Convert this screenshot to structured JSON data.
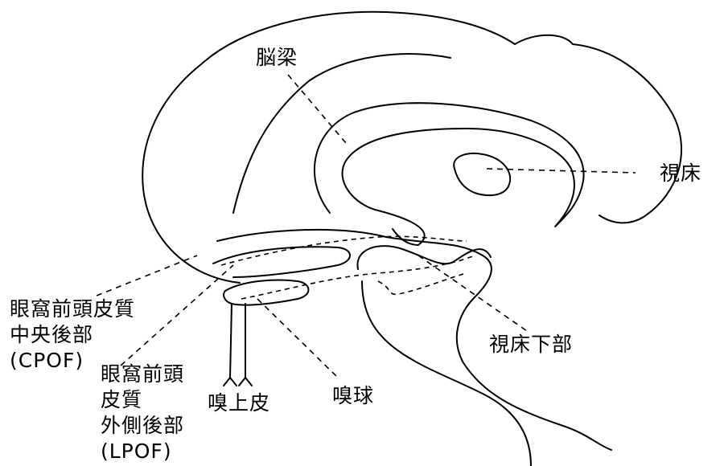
{
  "labels": {
    "corpus_callosum": "脳梁",
    "thalamus": "視床",
    "hypothalamus": "視床下部",
    "cpof": [
      "眼窩前頭皮質",
      "中央後部",
      "(CPOF)"
    ],
    "lpof": [
      "眼窩前頭",
      "皮質",
      "外側後部",
      "(LPOF)"
    ],
    "olfactory_epithelium": "嗅上皮",
    "olfactory_bulb": "嗅球"
  }
}
